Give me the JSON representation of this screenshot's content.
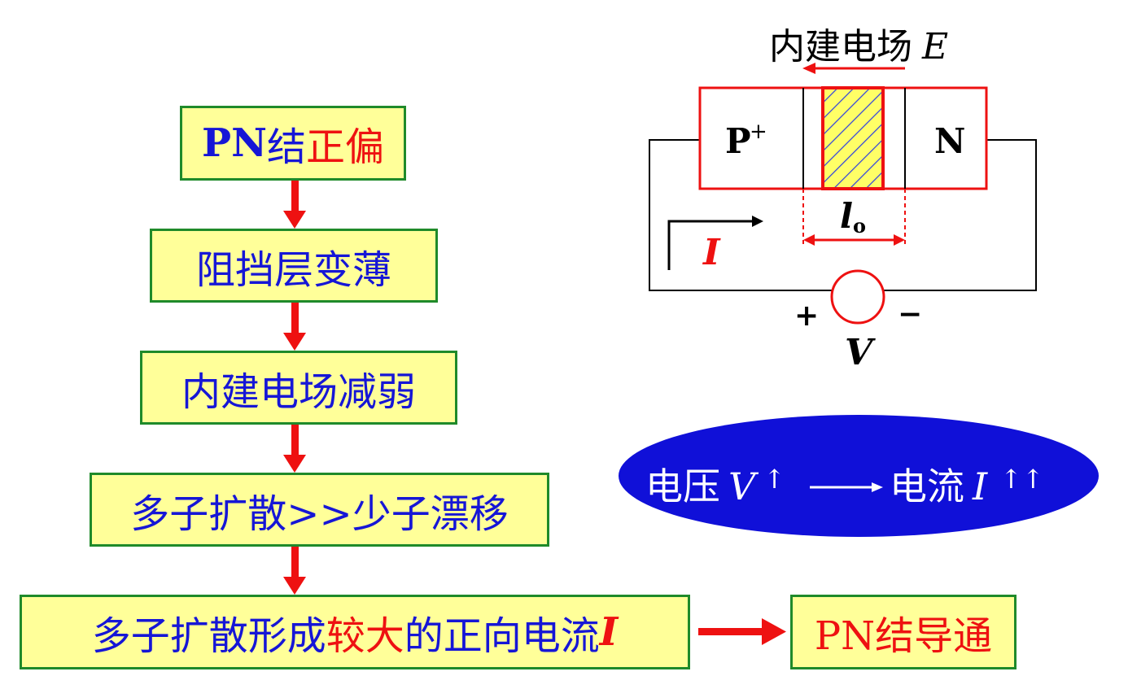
{
  "flow": {
    "box1": {
      "part1": "PN",
      "part2": "结",
      "part3": "正偏"
    },
    "box2": "阻挡层变薄",
    "box3": "内建电场减弱",
    "box4": "多子扩散>>少子漂移",
    "box5": {
      "part1": "多子扩散形成",
      "part2": "较大",
      "part3": "的正向电流",
      "part4": "I"
    },
    "result": "PN结导通"
  },
  "diagram": {
    "field_label": "内建电场",
    "field_symbol": "E",
    "p_label": "P",
    "p_sup": "+",
    "n_label": "N",
    "width_label": "l",
    "width_sub": "o",
    "current_label": "I",
    "plus": "+",
    "minus": "−",
    "voltage_label": "V"
  },
  "ellipse": {
    "left_text": "电压",
    "left_symbol": "V",
    "up1": "↑",
    "right_text": "电流",
    "right_symbol": "I",
    "up2": "↑↑"
  },
  "colors": {
    "box_fill": "#ffff99",
    "box_border": "#1f8a2a",
    "text_blue": "#1616d6",
    "red": "#ee1111",
    "ellipse": "#1010d8"
  }
}
